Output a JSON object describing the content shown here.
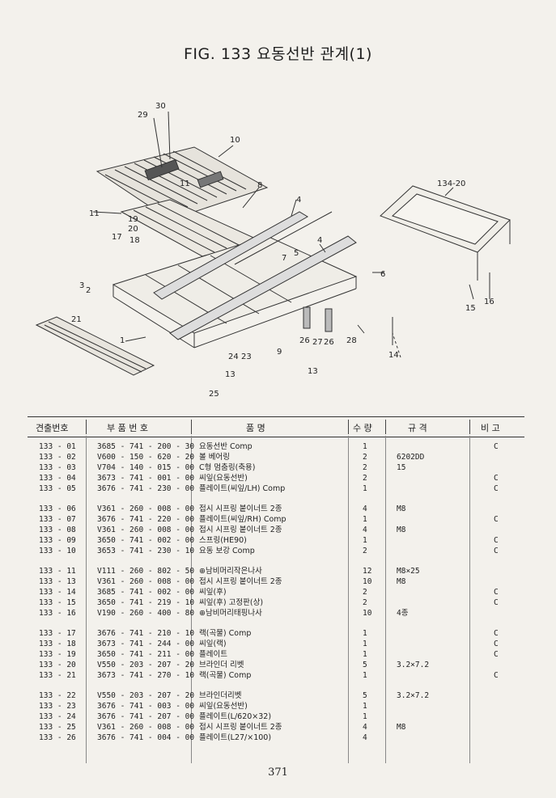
{
  "figure": {
    "title": "FIG. 133 요동선반 관계(1)"
  },
  "diagram_labels": [
    "30",
    "29",
    "10",
    "8",
    "11",
    "4",
    "134-20",
    "11",
    "19",
    "20",
    "17",
    "18",
    "7",
    "5",
    "4",
    "6",
    "3",
    "2",
    "21",
    "1",
    "25",
    "15",
    "16",
    "24",
    "23",
    "9",
    "26",
    "27",
    "26",
    "28",
    "13",
    "14",
    "13"
  ],
  "table": {
    "headers": [
      "견출번호",
      "부 품 번 호",
      "품 명",
      "수 량",
      "규 격",
      "비 고"
    ],
    "rows": [
      {
        "no": "133 - 01",
        "part": "3685 - 741 - 200 - 30",
        "name": "요동선반 Comp",
        "qty": "1",
        "spec": "",
        "remark": "C",
        "gap": false
      },
      {
        "no": "133 - 02",
        "part": "V600 - 150 - 620 - 20",
        "name": "볼 베어링",
        "qty": "2",
        "spec": "6202DD",
        "remark": "",
        "gap": false
      },
      {
        "no": "133 - 03",
        "part": "V704 - 140 - 015 - 00",
        "name": "C형 멈춤링(축용)",
        "qty": "2",
        "spec": "15",
        "remark": "",
        "gap": false
      },
      {
        "no": "133 - 04",
        "part": "3673 - 741 - 001 - 00",
        "name": "씨잎(요동선반)",
        "qty": "2",
        "spec": "",
        "remark": "C",
        "gap": false
      },
      {
        "no": "133 - 05",
        "part": "3676 - 741 - 230 - 00",
        "name": "플레이트(씨잎/LH) Comp",
        "qty": "1",
        "spec": "",
        "remark": "C",
        "gap": false
      },
      {
        "no": "133 - 06",
        "part": "V361 - 260 - 008 - 00",
        "name": "접시 시프링 붙이너트 2종",
        "qty": "4",
        "spec": "M8",
        "remark": "",
        "gap": true
      },
      {
        "no": "133 - 07",
        "part": "3676 - 741 - 220 - 00",
        "name": "플레이트(씨잎/RH) Comp",
        "qty": "1",
        "spec": "",
        "remark": "C",
        "gap": false
      },
      {
        "no": "133 - 08",
        "part": "V361 - 260 - 008 - 00",
        "name": "접시 시프링 붙이너트 2종",
        "qty": "4",
        "spec": "M8",
        "remark": "",
        "gap": false
      },
      {
        "no": "133 - 09",
        "part": "3650 - 741 - 002 - 00",
        "name": "스프링(HE90)",
        "qty": "1",
        "spec": "",
        "remark": "C",
        "gap": false
      },
      {
        "no": "133 - 10",
        "part": "3653 - 741 - 230 - 10",
        "name": "요동 보강 Comp",
        "qty": "2",
        "spec": "",
        "remark": "C",
        "gap": false
      },
      {
        "no": "133 - 11",
        "part": "V111 - 260 - 802 - 50",
        "name": "⊕남비머리작은나사",
        "qty": "12",
        "spec": "M8×25",
        "remark": "",
        "gap": true
      },
      {
        "no": "133 - 13",
        "part": "V361 - 260 - 008 - 00",
        "name": "접시 시프링 붙이너트 2종",
        "qty": "10",
        "spec": "M8",
        "remark": "",
        "gap": false
      },
      {
        "no": "133 - 14",
        "part": "3685 - 741 - 002 - 00",
        "name": "씨잎(후)",
        "qty": "2",
        "spec": "",
        "remark": "C",
        "gap": false
      },
      {
        "no": "133 - 15",
        "part": "3650 - 741 - 219 - 10",
        "name": "씨잎(후) 고정판(상)",
        "qty": "2",
        "spec": "",
        "remark": "C",
        "gap": false
      },
      {
        "no": "133 - 16",
        "part": "V190 - 260 - 400 - 80",
        "name": "⊕남비머리태핑나사",
        "qty": "10",
        "spec": "4종",
        "remark": "",
        "gap": false
      },
      {
        "no": "133 - 17",
        "part": "3676 - 741 - 210 - 10",
        "name": "랙(곡물) Comp",
        "qty": "1",
        "spec": "",
        "remark": "C",
        "gap": true
      },
      {
        "no": "133 - 18",
        "part": "3673 - 741 - 244 - 00",
        "name": "씨잎(랙)",
        "qty": "1",
        "spec": "",
        "remark": "C",
        "gap": false
      },
      {
        "no": "133 - 19",
        "part": "3650 - 741 - 211 - 00",
        "name": "플레이트",
        "qty": "1",
        "spec": "",
        "remark": "C",
        "gap": false
      },
      {
        "no": "133 - 20",
        "part": "V550 - 203 - 207 - 20",
        "name": "브라인더 리벳",
        "qty": "5",
        "spec": "3.2×7.2",
        "remark": "",
        "gap": false
      },
      {
        "no": "133 - 21",
        "part": "3673 - 741 - 270 - 10",
        "name": "랙(곡물) Comp",
        "qty": "1",
        "spec": "",
        "remark": "C",
        "gap": false
      },
      {
        "no": "133 - 22",
        "part": "V550 - 203 - 207 - 20",
        "name": "브라인더리벳",
        "qty": "5",
        "spec": "3.2×7.2",
        "remark": "",
        "gap": true
      },
      {
        "no": "133 - 23",
        "part": "3676 - 741 - 003 - 00",
        "name": "씨잎(요동선반)",
        "qty": "1",
        "spec": "",
        "remark": "",
        "gap": false
      },
      {
        "no": "133 - 24",
        "part": "3676 - 741 - 207 - 00",
        "name": "플레이트(L/620×32)",
        "qty": "1",
        "spec": "",
        "remark": "",
        "gap": false
      },
      {
        "no": "133 - 25",
        "part": "V361 - 260 - 008 - 00",
        "name": "접시 시프링 붙이너트 2종",
        "qty": "4",
        "spec": "M8",
        "remark": "",
        "gap": false
      },
      {
        "no": "133 - 26",
        "part": "3676 - 741 - 004 - 00",
        "name": "플레이트(L27/×100)",
        "qty": "4",
        "spec": "",
        "remark": "",
        "gap": false
      }
    ]
  },
  "page_number": "371"
}
